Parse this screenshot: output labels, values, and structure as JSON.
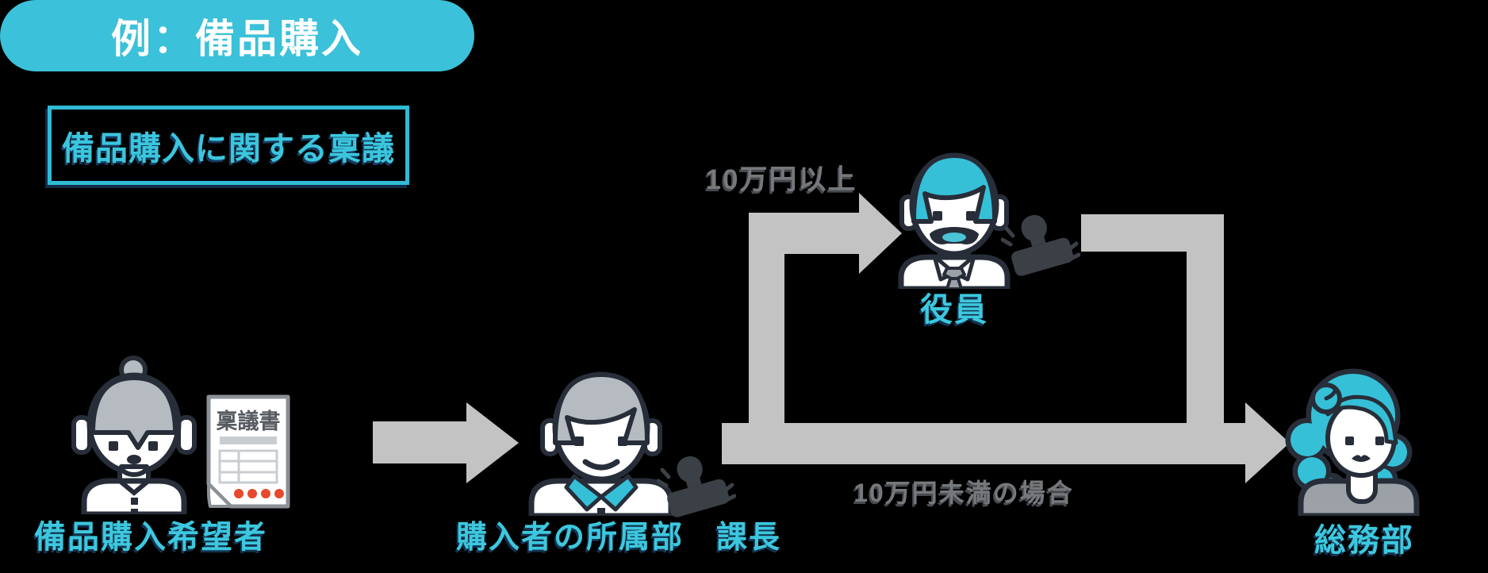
{
  "diagram": {
    "title": "例：備品購入",
    "subtitle": "備品購入に関する稟議",
    "flow": {
      "upper_condition": "10万円以上",
      "lower_condition": "10万円未満の場合"
    },
    "nodes": {
      "requester": {
        "label": "備品購入希望者",
        "icon": "bun-hair-woman-icon"
      },
      "manager": {
        "label": "購入者の所属部　課長",
        "icon": "gray-hair-man-icon"
      },
      "executive": {
        "label": "役員",
        "icon": "mustache-executive-icon"
      },
      "general_affairs": {
        "label": "総務部",
        "icon": "curly-hair-woman-icon"
      }
    },
    "document": {
      "title": "稟議書",
      "icon": "approval-document-icon"
    },
    "stamps": {
      "icon": "hanko-stamp-icon",
      "count": 2
    },
    "colors": {
      "background": "#000000",
      "accent_cyan": "#3bc1d9",
      "label_cyan": "#3cc8de",
      "teal_fill": "#35c0d8",
      "arrow_gray": "#c3c3c4",
      "condition_gray": "#77787b",
      "outline_dark": "#272e39",
      "hair_gray": "#b5bbc1",
      "stamp_dark": "#3b4046",
      "document_dot_red": "#e8492f",
      "blouse_gray": "#9ba1a7"
    }
  }
}
